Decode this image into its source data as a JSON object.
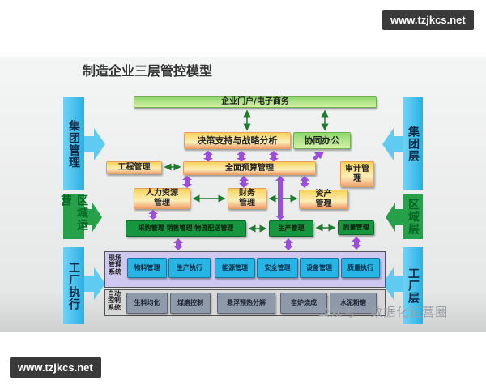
{
  "watermark_top": "www.tzjkcs.net",
  "watermark_bottom": "www.tzjkcs.net",
  "watermark_account": "公众号 · 数据化运营圈",
  "title": "制造企业三层管控模型",
  "left_labels": [
    "集团管理",
    "区域运营",
    "工厂执行"
  ],
  "right_labels": [
    "集团层",
    "区域层",
    "工厂层"
  ],
  "group_level": {
    "portal": "企业门户/电子商务",
    "decision": "决策支持与战略分析",
    "office": "协同办公",
    "engineering": "工程管理",
    "budget": "全面预算管理",
    "audit": "审计管理",
    "hr": "人力资源管理",
    "finance": "财务管理",
    "assets": "资产管理"
  },
  "region_level": {
    "supply": "采购管理 销售管理 物流配送管理",
    "production": "生产管理",
    "quality": "质量管理"
  },
  "site_mgmt": {
    "label": "现场管理系统",
    "items": [
      "物料管理",
      "生产执行",
      "能源管理",
      "安全管理",
      "设备管理",
      "质量执行"
    ]
  },
  "auto_ctrl": {
    "label": "自动控制系统",
    "items": [
      "生料均化",
      "煤磨控制",
      "悬浮预热分解",
      "窑炉烧成",
      "水泥粉磨"
    ]
  },
  "colors": {
    "blue": "#29b0e6",
    "green": "#16963e",
    "orange": "#f8d25a",
    "purple": "#9b4de0",
    "cyan": "#27b5e6",
    "gray": "#8e9aaa"
  }
}
